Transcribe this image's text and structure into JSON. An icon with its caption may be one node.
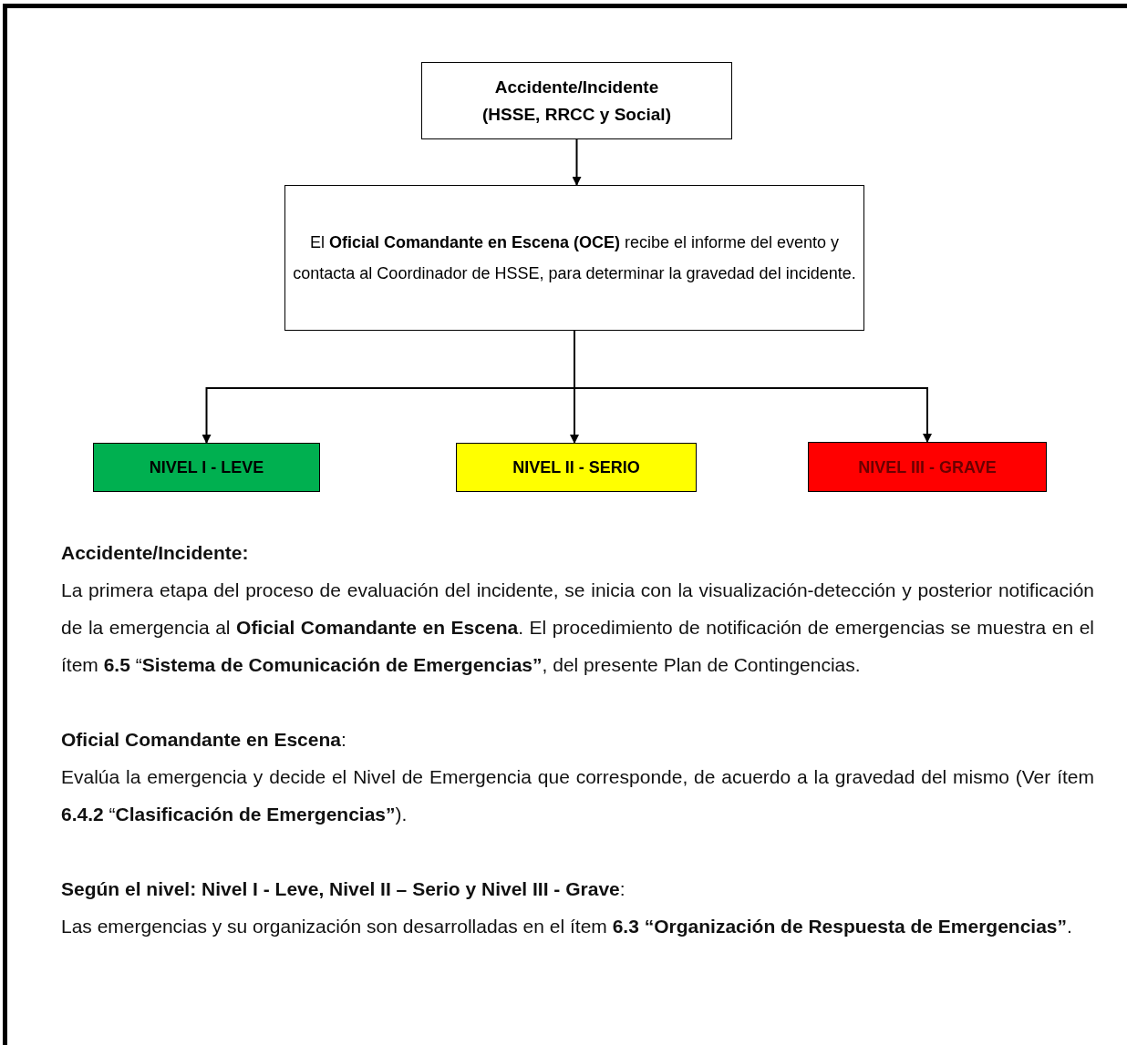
{
  "diagram": {
    "nodes": [
      {
        "text": [
          "Accidente/Incidente",
          "(HSSE, RRCC y Social)"
        ]
      },
      {
        "text": [
          "El **Oficial Comandante en Escena (OCE)** recibe el informe del evento y contacta al Coordinador de HSSE, para determinar la gravedad del incidente."
        ]
      },
      {
        "text": [
          "NIVEL I - LEVE"
        ]
      },
      {
        "text": [
          "NIVEL II - SERIO"
        ]
      },
      {
        "text": [
          "NIVEL III - GRAVE"
        ]
      }
    ],
    "edges": [
      {
        "from": 0,
        "to": 1,
        "arrow": "to"
      },
      {
        "from": 1,
        "to": 2,
        "arrow": "to"
      },
      {
        "from": 1,
        "to": 3,
        "arrow": "to"
      },
      {
        "from": 1,
        "to": 4,
        "arrow": "to"
      }
    ],
    "labels": [
      "Accidente/Incidente:",
      "La primera etapa del proceso de evaluación del incidente, se inicia con la visualización-detección y posterior notificación de la emergencia al **Oficial Comandante en Escena**. El procedimiento de notificación de emergencias se muestra en el ítem **6.5** “**Sistema de Comunicación de Emergencias”**, del presente Plan de Contingencias.",
      "**Oficial Comandante en Escena**:",
      "Evalúa la emergencia y decide el Nivel de Emergencia que corresponde, de acuerdo a la gravedad del mismo (Ver ítem **6.4.2** “**Clasificación de Emergencias”**).",
      "**Según el nivel: Nivel I - Leve, Nivel II – Serio y Nivel III - Grave**:",
      "Las emergencias y su organización son desarrolladas en el ítem **6.3 “Organización de Respuesta de Emergencias”**."
    ]
  }
}
